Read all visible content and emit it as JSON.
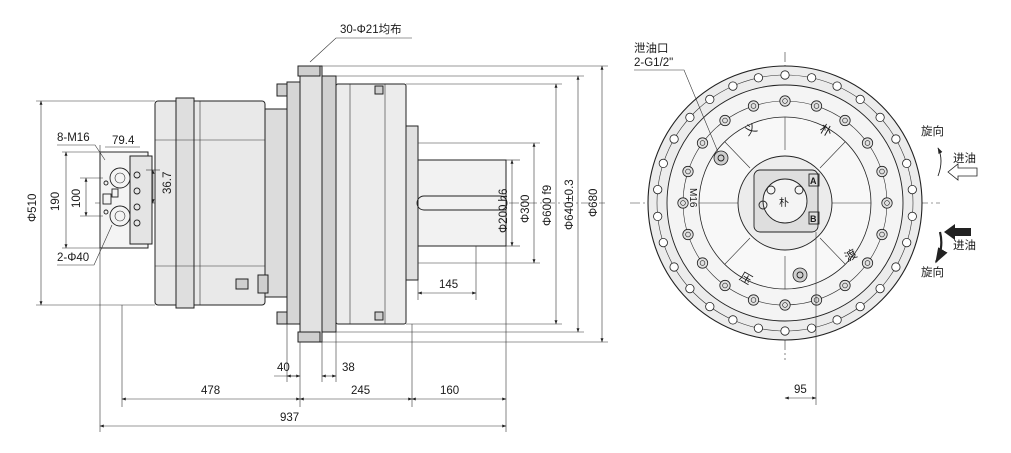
{
  "colors": {
    "line": "#222222",
    "body_shade": "#eeeeee",
    "body_dark": "#c9c9c9",
    "body_mid": "#dcdcdc"
  },
  "side_view": {
    "label_holes": "30-Φ21均布",
    "label_ports": "8-M16",
    "label_pilots": "2-Φ40",
    "dim_79_4": "79.4",
    "dim_36_7": "36.7",
    "dim_190": "190",
    "dim_100": "100",
    "dim_510": "Φ510",
    "dim_200": "Φ200 h6",
    "dim_300": "Φ300",
    "dim_600": "Φ600 f9",
    "dim_640": "Φ640±0.3",
    "dim_680": "Φ680",
    "dim_145": "145",
    "dim_40": "40",
    "dim_38": "38",
    "dim_478": "478",
    "dim_245": "245",
    "dim_160": "160",
    "dim_937": "937"
  },
  "front_view": {
    "drain_label_1": "泄油口",
    "drain_label_2": "2-G1/2\"",
    "dim_95": "95",
    "rot_top": "旋向",
    "in_top": "进油",
    "in_bottom": "进油",
    "rot_bottom": "旋向",
    "port_a": "A",
    "port_b": "B",
    "char_up_left": "义",
    "char_up_right": "朴",
    "char_right": "渡",
    "char_down_left": "压",
    "char_left": "M16",
    "char_center": "朴"
  }
}
